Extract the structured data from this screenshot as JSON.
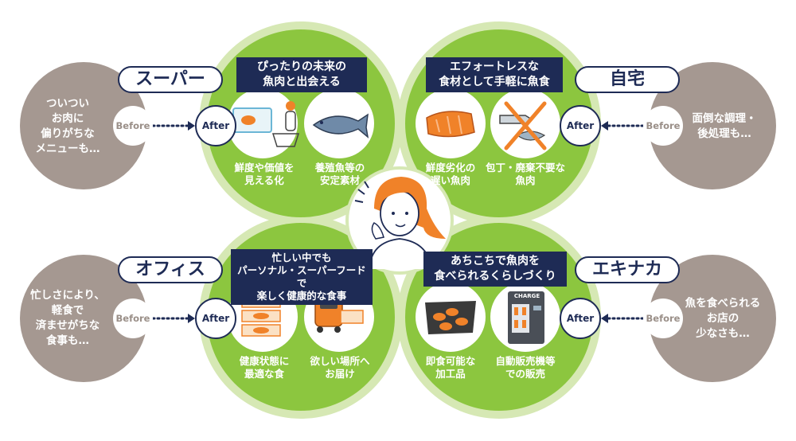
{
  "colors": {
    "green_outer": "#d6e8b4",
    "green": "#8cc63f",
    "navy": "#1e2b55",
    "gray": "#a59891",
    "orange": "#f08229"
  },
  "labels": {
    "before": "Before",
    "after": "After"
  },
  "quadrants": {
    "super": {
      "location": "スーパー",
      "header": "ぴったりの未来の\n魚肉と出会える",
      "before_text": "ついつい\nお肉に\n偏りがちな\nメニューも…",
      "items": [
        {
          "caption": "鮮度や価値を\n見える化",
          "icon": "shopper-screen-icon"
        },
        {
          "caption": "養殖魚等の\n安定素材",
          "icon": "fish-icon"
        }
      ]
    },
    "home": {
      "location": "自宅",
      "header": "エフォートレスな\n食材として手軽に魚食",
      "before_text": "面倒な調理・\n後処理も…",
      "items": [
        {
          "caption": "鮮度劣化の\n遅い魚肉",
          "icon": "fish-fillet-icon"
        },
        {
          "caption": "包丁・廃棄不要な\n魚肉",
          "icon": "no-knife-icon"
        }
      ]
    },
    "office": {
      "location": "オフィス",
      "header": "忙しい中でも\nパーソナル・スーパーフードで\n楽しく健康的な食事",
      "before_text": "忙しさにより、\n軽食で\n済ませがちな\n食事も…",
      "items": [
        {
          "caption": "健康状態に\n最適な食",
          "icon": "meal-box-icon"
        },
        {
          "caption": "欲しい場所へ\nお届け",
          "icon": "delivery-robot-icon"
        }
      ]
    },
    "ekinaka": {
      "location": "エキナカ",
      "header": "あちこちで魚肉を\n食べられるくらしづくり",
      "before_text": "魚を食べられる\nお店の\n少なさも…",
      "items": [
        {
          "caption": "即食可能な\n加工品",
          "icon": "fish-dish-icon"
        },
        {
          "caption": "自動販売機等\nでの販売",
          "icon": "vending-machine-icon"
        }
      ]
    }
  },
  "vending_label": "CHARGE"
}
